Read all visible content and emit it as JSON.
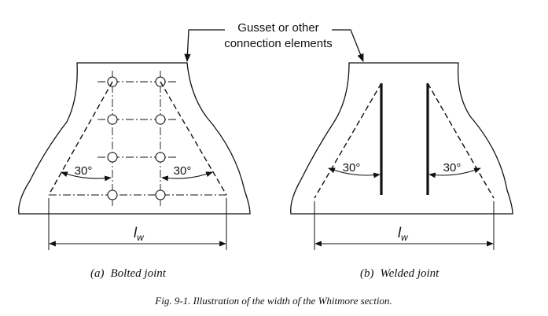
{
  "callout": {
    "line1": "Gusset or other",
    "line2": "connection elements"
  },
  "left_panel": {
    "angle_left": "30°",
    "angle_right": "30°",
    "width_symbol": "l",
    "width_subscript": "w",
    "caption_tag": "(a)",
    "caption_text": "Bolted joint"
  },
  "right_panel": {
    "angle_left": "30°",
    "angle_right": "30°",
    "width_symbol": "l",
    "width_subscript": "w",
    "caption_tag": "(b)",
    "caption_text": "Welded joint"
  },
  "figure_caption": "Fig. 9-1.  Illustration of the width of the Whitmore section."
}
